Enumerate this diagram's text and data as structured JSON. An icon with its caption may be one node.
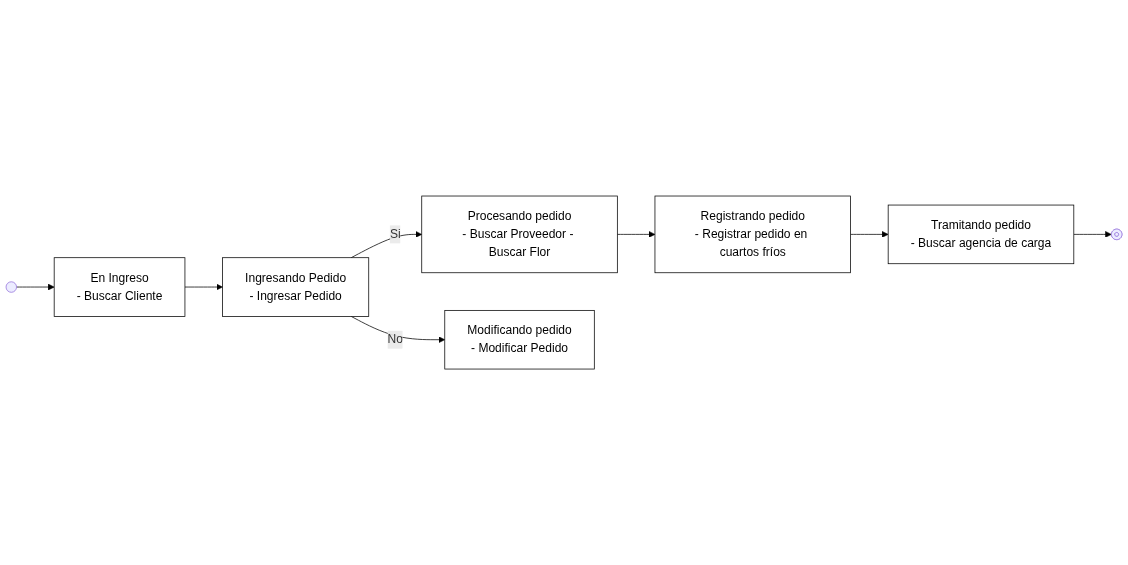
{
  "diagram": {
    "nodes": [
      {
        "text": [],
        "shape": "circle"
      },
      {
        "text": [
          "En Ingreso",
          "- Buscar Cliente"
        ]
      },
      {
        "text": [
          "Ingresando Pedido",
          "- Ingresar Pedido"
        ]
      },
      {
        "text": [
          "Procesando pedido",
          "- Buscar Proveedor - Buscar Flor"
        ]
      },
      {
        "text": [
          "Modificando pedido",
          "- Modificar Pedido"
        ]
      },
      {
        "text": [
          "Registrando pedido",
          "- Registrar pedido en cuartos fríos"
        ]
      },
      {
        "text": [
          "Tramitando pedido",
          "- Buscar agencia de carga"
        ]
      },
      {
        "text": [],
        "shape": "circle"
      }
    ],
    "edges": [
      {
        "from": 0,
        "to": 1,
        "arrow": "to"
      },
      {
        "from": 1,
        "to": 2,
        "arrow": "to"
      },
      {
        "from": 2,
        "to": 3,
        "arrow": "to",
        "label": "Si"
      },
      {
        "from": 2,
        "to": 4,
        "arrow": "to",
        "label": "No"
      },
      {
        "from": 3,
        "to": 5,
        "arrow": "to"
      },
      {
        "from": 5,
        "to": 6,
        "arrow": "to"
      },
      {
        "from": 6,
        "to": 7,
        "arrow": "to"
      }
    ]
  }
}
